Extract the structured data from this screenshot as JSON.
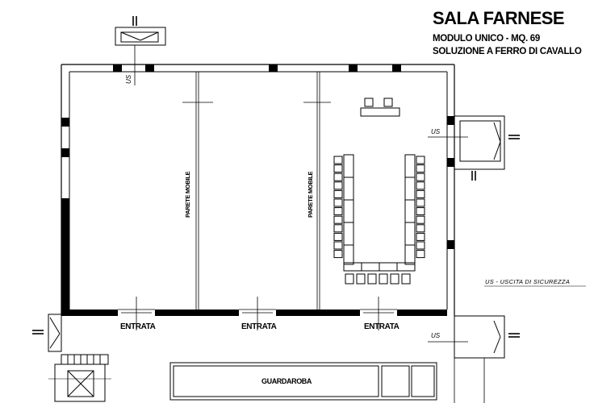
{
  "title": "SALA FARNESE",
  "subtitle_1": "MODULO UNICO - MQ. 69",
  "subtitle_2": "SOLUZIONE A FERRO DI CAVALLO",
  "legend": "US  -  USCITA DI SICUREZZA",
  "partition_label": "PARETE MOBILE",
  "entrance_label": "ENTRATA",
  "emergency_exit_label": "US",
  "cloakroom_label": "GUARDAROBA",
  "layout": {
    "style": "horseshoe",
    "chairs_left_side": 12,
    "chairs_right_side": 12,
    "chairs_front_row": 6,
    "speaker_chairs": 2,
    "partitions": 2,
    "entrances": 3
  }
}
